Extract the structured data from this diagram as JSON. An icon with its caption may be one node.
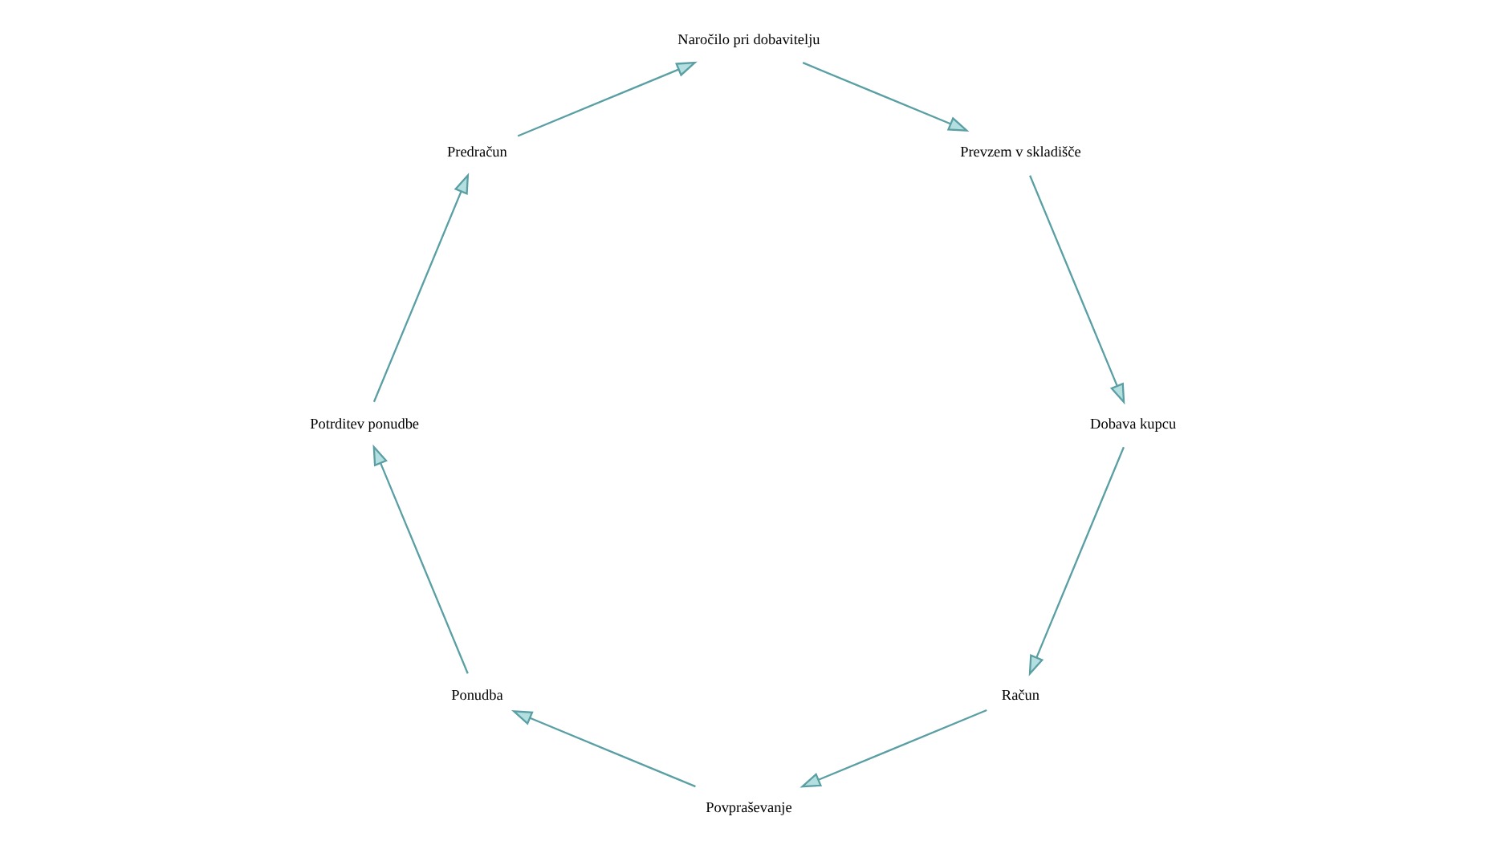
{
  "diagram": {
    "nodes": [
      {
        "text": [
          "Račun"
        ]
      },
      {
        "text": [
          "Povpraševanje"
        ]
      },
      {
        "text": [
          "Ponudba"
        ]
      },
      {
        "text": [
          "Potrditev ponudbe"
        ]
      },
      {
        "text": [
          "Predračun"
        ]
      },
      {
        "text": [
          "Naročilo pri dobavitelju"
        ]
      },
      {
        "text": [
          "Prevzem v skladišče"
        ]
      },
      {
        "text": [
          "Dobava kupcu"
        ]
      }
    ],
    "edges": [
      {
        "from": 0,
        "to": 1,
        "arrow": "to"
      },
      {
        "from": 1,
        "to": 2,
        "arrow": "to"
      },
      {
        "from": 2,
        "to": 3,
        "arrow": "to"
      },
      {
        "from": 3,
        "to": 4,
        "arrow": "to"
      },
      {
        "from": 4,
        "to": 5,
        "arrow": "to"
      },
      {
        "from": 5,
        "to": 6,
        "arrow": "to"
      },
      {
        "from": 6,
        "to": 7,
        "arrow": "to"
      },
      {
        "from": 7,
        "to": 0,
        "arrow": "to"
      }
    ]
  }
}
